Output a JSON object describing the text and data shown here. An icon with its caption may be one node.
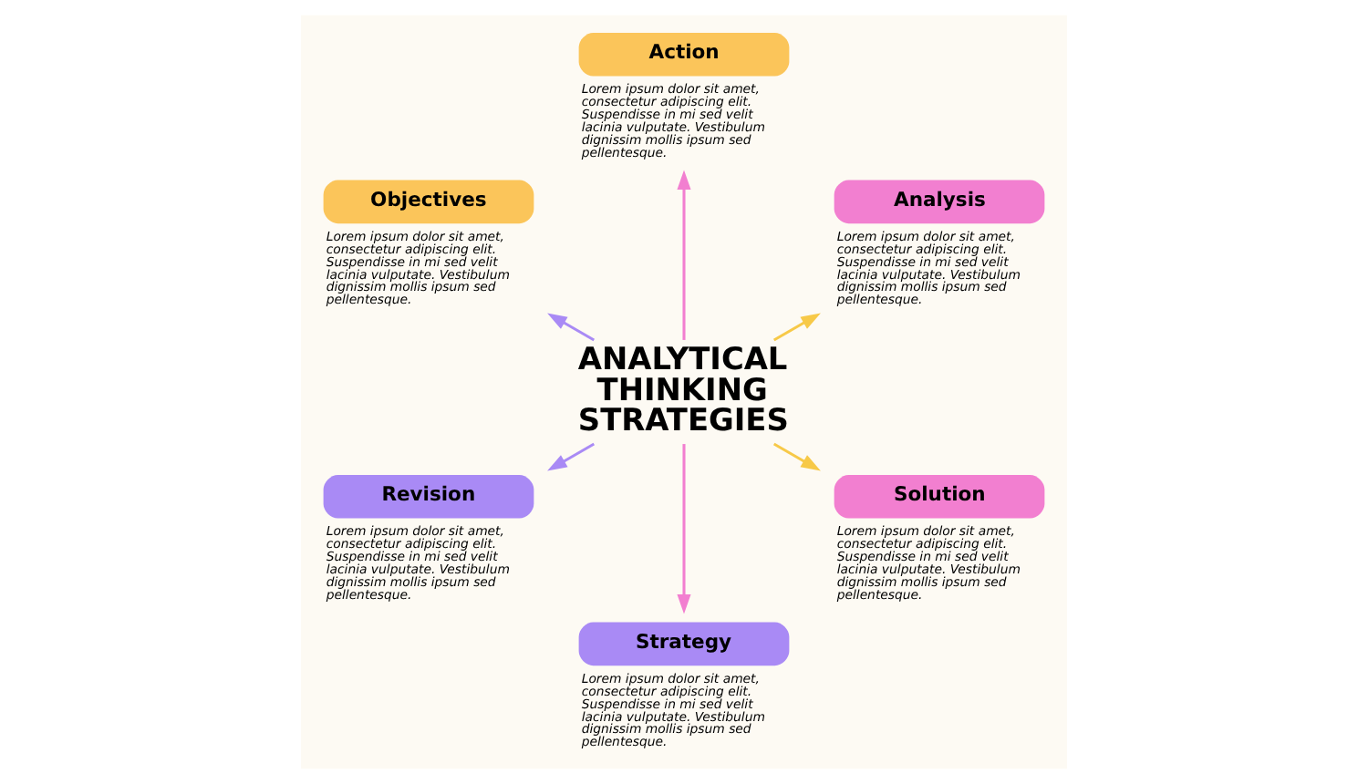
{
  "diagram": {
    "nodes": [
      {
        "text": [
          "ANALYTICAL THINKING STRATEGIES"
        ]
      },
      {
        "text": [
          "Analysis"
        ],
        "beside": [
          "Lorem ipsum dolor sit amet, consectetur adipiscing elit. Suspendisse in mi sed velit lacinia vulputate. Vestibulum dignissim mollis ipsum sed pellentesque."
        ]
      },
      {
        "text": [
          "Action"
        ],
        "beside": [
          "Lorem ipsum dolor sit amet, consectetur adipiscing elit. Suspendisse in mi sed velit lacinia vulputate. Vestibulum dignissim mollis ipsum sed pellentesque."
        ]
      },
      {
        "text": [
          "Objectives"
        ],
        "beside": [
          "Lorem ipsum dolor sit amet, consectetur adipiscing elit. Suspendisse in mi sed velit lacinia vulputate. Vestibulum dignissim mollis ipsum sed pellentesque."
        ]
      },
      {
        "text": [
          "Revision"
        ],
        "beside": [
          "Lorem ipsum dolor sit amet, consectetur adipiscing elit. Suspendisse in mi sed velit lacinia vulputate. Vestibulum dignissim mollis ipsum sed pellentesque."
        ]
      },
      {
        "text": [
          "Strategy"
        ],
        "beside": [
          "Lorem ipsum dolor sit amet, consectetur adipiscing elit. Suspendisse in mi sed velit lacinia vulputate. Vestibulum dignissim mollis ipsum sed pellentesque."
        ]
      },
      {
        "text": [
          "Solution"
        ],
        "beside": [
          "Lorem ipsum dolor sit amet, consectetur adipiscing elit. Suspendisse in mi sed velit lacinia vulputate. Vestibulum dignissim mollis ipsum sed pellentesque."
        ]
      }
    ],
    "edges": [
      {
        "from": 0,
        "to": 1,
        "arrow": "to",
        "color": "#f7c948"
      },
      {
        "from": 0,
        "to": 2,
        "arrow": "to",
        "color": "#f27fd0"
      },
      {
        "from": 0,
        "to": 3,
        "arrow": "to",
        "color": "#a98af5"
      },
      {
        "from": 0,
        "to": 4,
        "arrow": "to",
        "color": "#a98af5"
      },
      {
        "from": 0,
        "to": 5,
        "arrow": "to",
        "color": "#f27fd0"
      },
      {
        "from": 0,
        "to": 6,
        "arrow": "to",
        "color": "#f7c948"
      }
    ]
  }
}
